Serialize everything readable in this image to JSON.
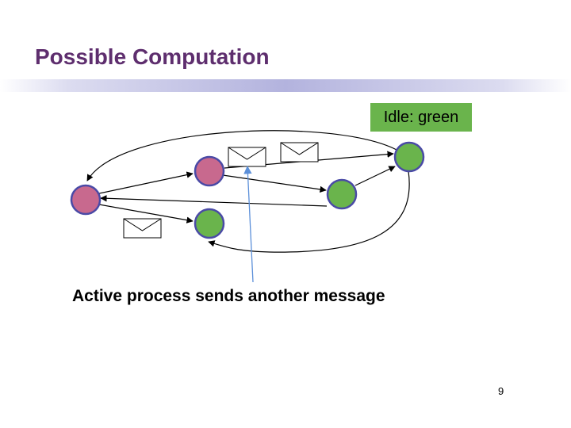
{
  "slide": {
    "title": "Possible Computation",
    "legend": "Idle: green",
    "caption": "Active process sends another message",
    "page_number": "9"
  },
  "colors": {
    "title": "#5e2e6e",
    "active_node": "#c8698e",
    "idle_node": "#6ab44c",
    "node_border": "#4a4aa6",
    "pointer_arrow": "#5b8fd9",
    "legend_bg": "#6ab44c"
  },
  "diagram": {
    "nodes": [
      {
        "id": "p1",
        "state": "active"
      },
      {
        "id": "p2",
        "state": "active"
      },
      {
        "id": "p3",
        "state": "idle"
      },
      {
        "id": "p4",
        "state": "idle"
      },
      {
        "id": "p5",
        "state": "idle"
      }
    ],
    "edges": [
      {
        "from": "p1",
        "to": "p2"
      },
      {
        "from": "p1",
        "to": "p3"
      },
      {
        "from": "p2",
        "to": "p4"
      },
      {
        "from": "p2",
        "to": "p5"
      },
      {
        "from": "p4",
        "to": "p1"
      },
      {
        "from": "p4",
        "to": "p5"
      },
      {
        "from": "p5",
        "to": "p1"
      },
      {
        "from": "p5",
        "to": "p3"
      }
    ],
    "messages_in_transit": 3,
    "icons": [
      "envelope-icon",
      "envelope-icon",
      "envelope-icon"
    ]
  }
}
